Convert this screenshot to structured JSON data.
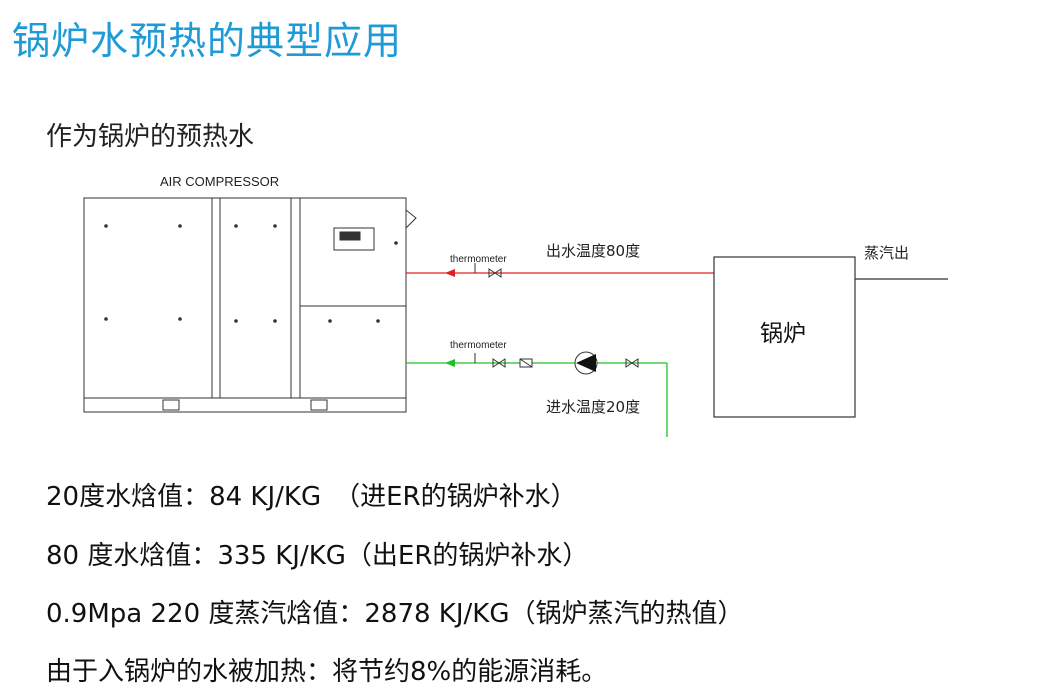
{
  "title": "锅炉水预热的典型应用",
  "subtitle": "作为锅炉的预热水",
  "diagram": {
    "compressor_label": "AIR COMPRESSOR",
    "thermometer_top": "thermometer",
    "thermometer_bottom": "thermometer",
    "outlet_label": "出水温度80度",
    "inlet_label": "进水温度20度",
    "steam_label": "蒸汽出",
    "boiler_label": "锅炉",
    "colors": {
      "hot_pipe": "#e02020",
      "cold_pipe": "#22c022",
      "title": "#1e9bd7"
    }
  },
  "notes": [
    "20度水焓值：84 KJ/KG　（进ER的锅炉补水）",
    "80 度水焓值：335 KJ/KG（出ER的锅炉补水）",
    "0.9Mpa   220 度蒸汽焓值：2878 KJ/KG（锅炉蒸汽的热值）",
    "由于入锅炉的水被加热：将节约8%的能源消耗。"
  ]
}
